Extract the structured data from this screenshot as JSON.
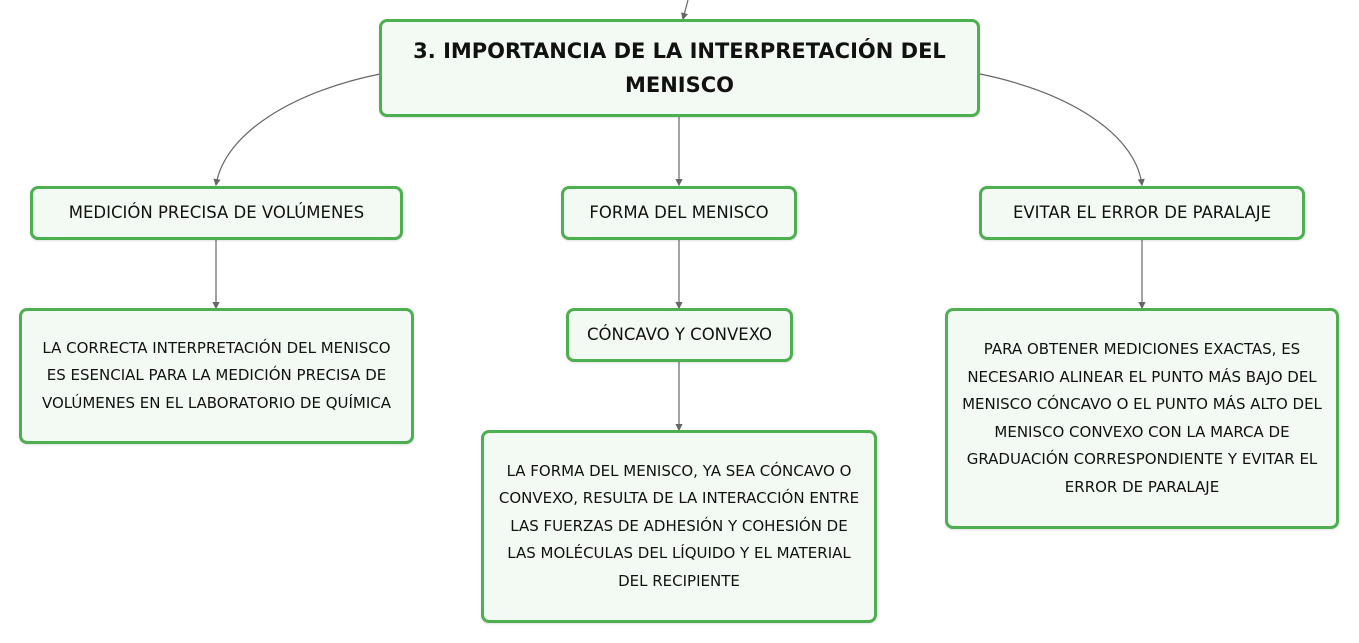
{
  "diagram": {
    "root": {
      "text": "3. IMPORTANCIA DE LA INTERPRETACIÓN DEL MENISCO"
    },
    "branches": [
      {
        "label": "MEDICIÓN PRECISA DE VOLÚMENES",
        "description": "LA CORRECTA INTERPRETACIÓN DEL MENISCO ES ESENCIAL PARA LA MEDICIÓN PRECISA DE VOLÚMENES EN EL LABORATORIO DE QUÍMICA"
      },
      {
        "label": "FORMA DEL MENISCO",
        "sublabel": "CÓNCAVO Y CONVEXO",
        "description": "LA FORMA DEL MENISCO, YA SEA CÓNCAVO O CONVEXO, RESULTA DE LA INTERACCIÓN ENTRE LAS FUERZAS DE ADHESIÓN Y COHESIÓN DE LAS MOLÉCULAS DEL LÍQUIDO Y EL MATERIAL DEL RECIPIENTE"
      },
      {
        "label": "EVITAR EL ERROR DE PARALAJE",
        "description": "PARA OBTENER MEDICIONES EXACTAS, ES NECESARIO ALINEAR EL PUNTO MÁS BAJO DEL MENISCO CÓNCAVO O EL PUNTO MÁS ALTO DEL MENISCO CONVEXO CON LA MARCA DE GRADUACIÓN CORRESPONDIENTE Y EVITAR EL ERROR DE PARALAJE"
      }
    ]
  },
  "colors": {
    "node_border": "#4caf50",
    "node_fill": "#f3faf3",
    "connector": "#666666"
  }
}
